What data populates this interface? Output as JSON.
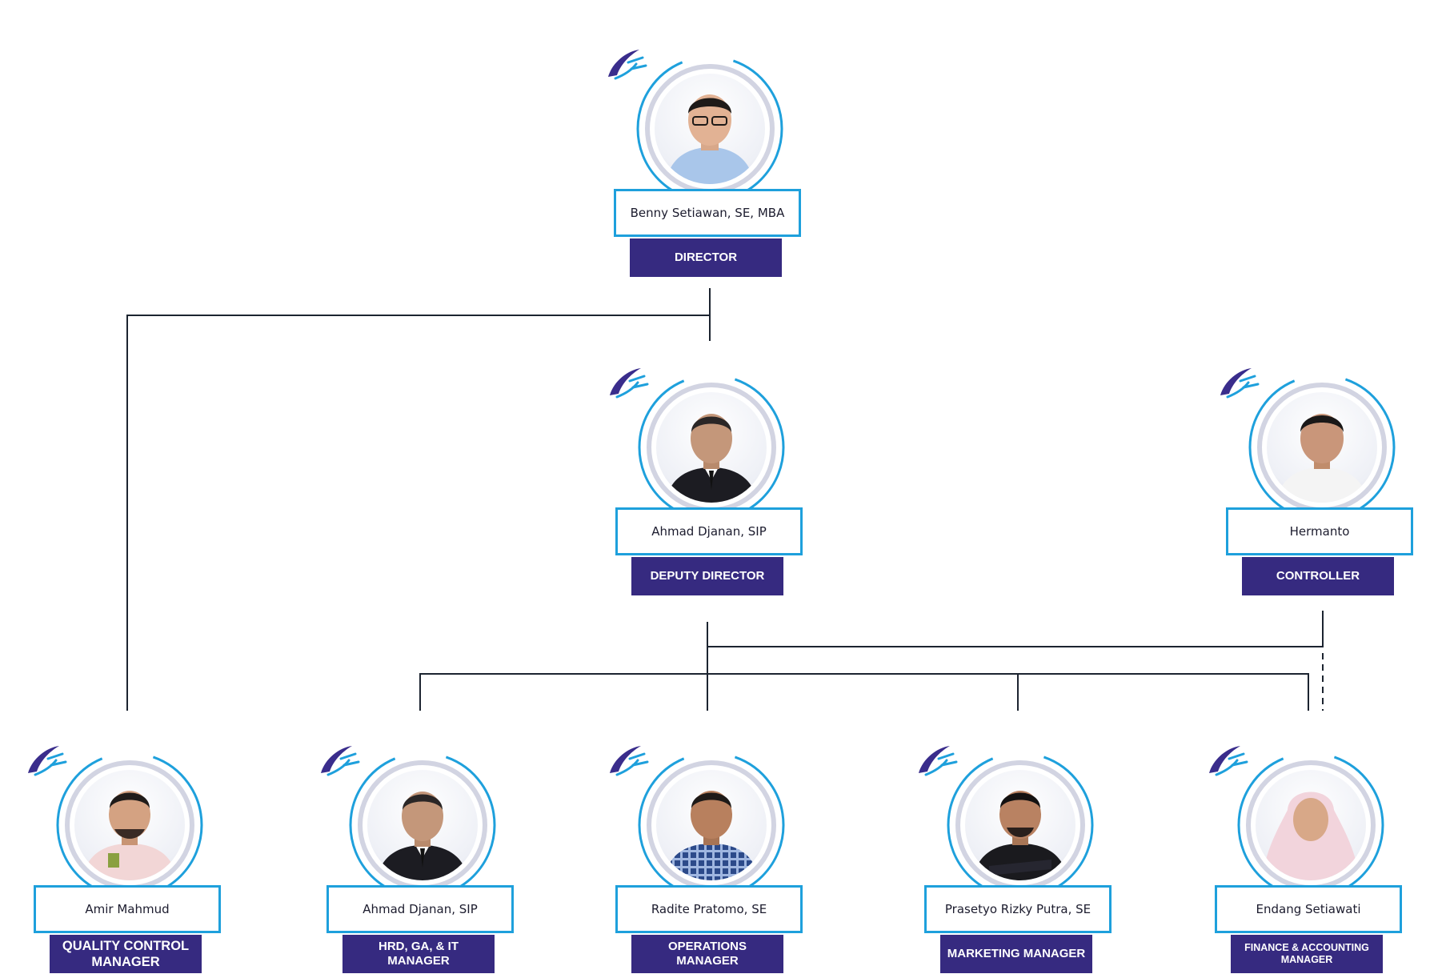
{
  "colors": {
    "accent_blue": "#1ea0dc",
    "title_purple": "#362a80",
    "connector": "#1c2430"
  },
  "icons": {
    "logo": "company-logo-swoosh-icon"
  },
  "nodes": {
    "director": {
      "name": "Benny Setiawan, SE, MBA",
      "title": "DIRECTOR"
    },
    "deputy_director": {
      "name": "Ahmad Djanan, SIP",
      "title": "DEPUTY DIRECTOR"
    },
    "controller": {
      "name": "Hermanto",
      "title": "CONTROLLER"
    },
    "qc_manager": {
      "name": "Amir Mahmud",
      "title": "QUALITY CONTROL MANAGER"
    },
    "hrd_manager": {
      "name": "Ahmad Djanan, SIP",
      "title": "HRD, GA, & IT MANAGER"
    },
    "operations_manager": {
      "name": "Radite Pratomo, SE",
      "title": "OPERATIONS MANAGER"
    },
    "marketing_manager": {
      "name": "Prasetyo Rizky Putra, SE",
      "title": "MARKETING MANAGER"
    },
    "finance_manager": {
      "name": "Endang Setiawati",
      "title": "FINANCE & ACCOUNTING MANAGER"
    }
  }
}
